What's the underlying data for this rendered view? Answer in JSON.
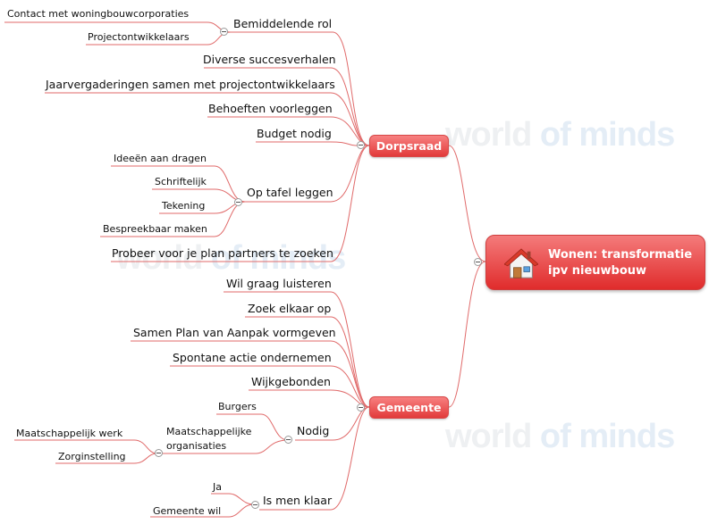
{
  "central": {
    "title": "Wonen: transformatie ipv nieuwbouw",
    "icon": "house-icon"
  },
  "colors": {
    "branch": "#e84848",
    "link": "#e06060"
  },
  "branches": [
    {
      "label": "Dorpsraad",
      "children": [
        {
          "label": "Bemiddelende rol",
          "children": [
            "Contact met woningbouwcorporaties",
            "Projectontwikkelaars"
          ]
        },
        {
          "label": "Diverse succesverhalen"
        },
        {
          "label": "Jaarvergaderingen samen met projectontwikkelaars"
        },
        {
          "label": "Behoeften voorleggen"
        },
        {
          "label": "Budget nodig"
        },
        {
          "label": "Op tafel leggen",
          "children": [
            "Ideeën aan dragen",
            "Schriftelijk",
            "Tekening",
            "Bespreekbaar maken"
          ]
        },
        {
          "label": "Probeer voor je plan partners te zoeken"
        }
      ]
    },
    {
      "label": "Gemeente",
      "children": [
        {
          "label": "Wil graag luisteren"
        },
        {
          "label": "Zoek elkaar op"
        },
        {
          "label": "Samen Plan van Aanpak vormgeven"
        },
        {
          "label": "Spontane actie ondernemen"
        },
        {
          "label": "Wijkgebonden"
        },
        {
          "label": "Nodig",
          "children": [
            {
              "label": "Burgers"
            },
            {
              "label": "Maatschappelijke organisaties",
              "children": [
                "Maatschappelijk werk",
                "Zorginstelling"
              ]
            }
          ]
        },
        {
          "label": "Is men klaar",
          "children": [
            "Ja",
            "Gemeente wil"
          ]
        }
      ]
    }
  ],
  "watermark": {
    "part1": "world",
    "part2": "of minds"
  }
}
